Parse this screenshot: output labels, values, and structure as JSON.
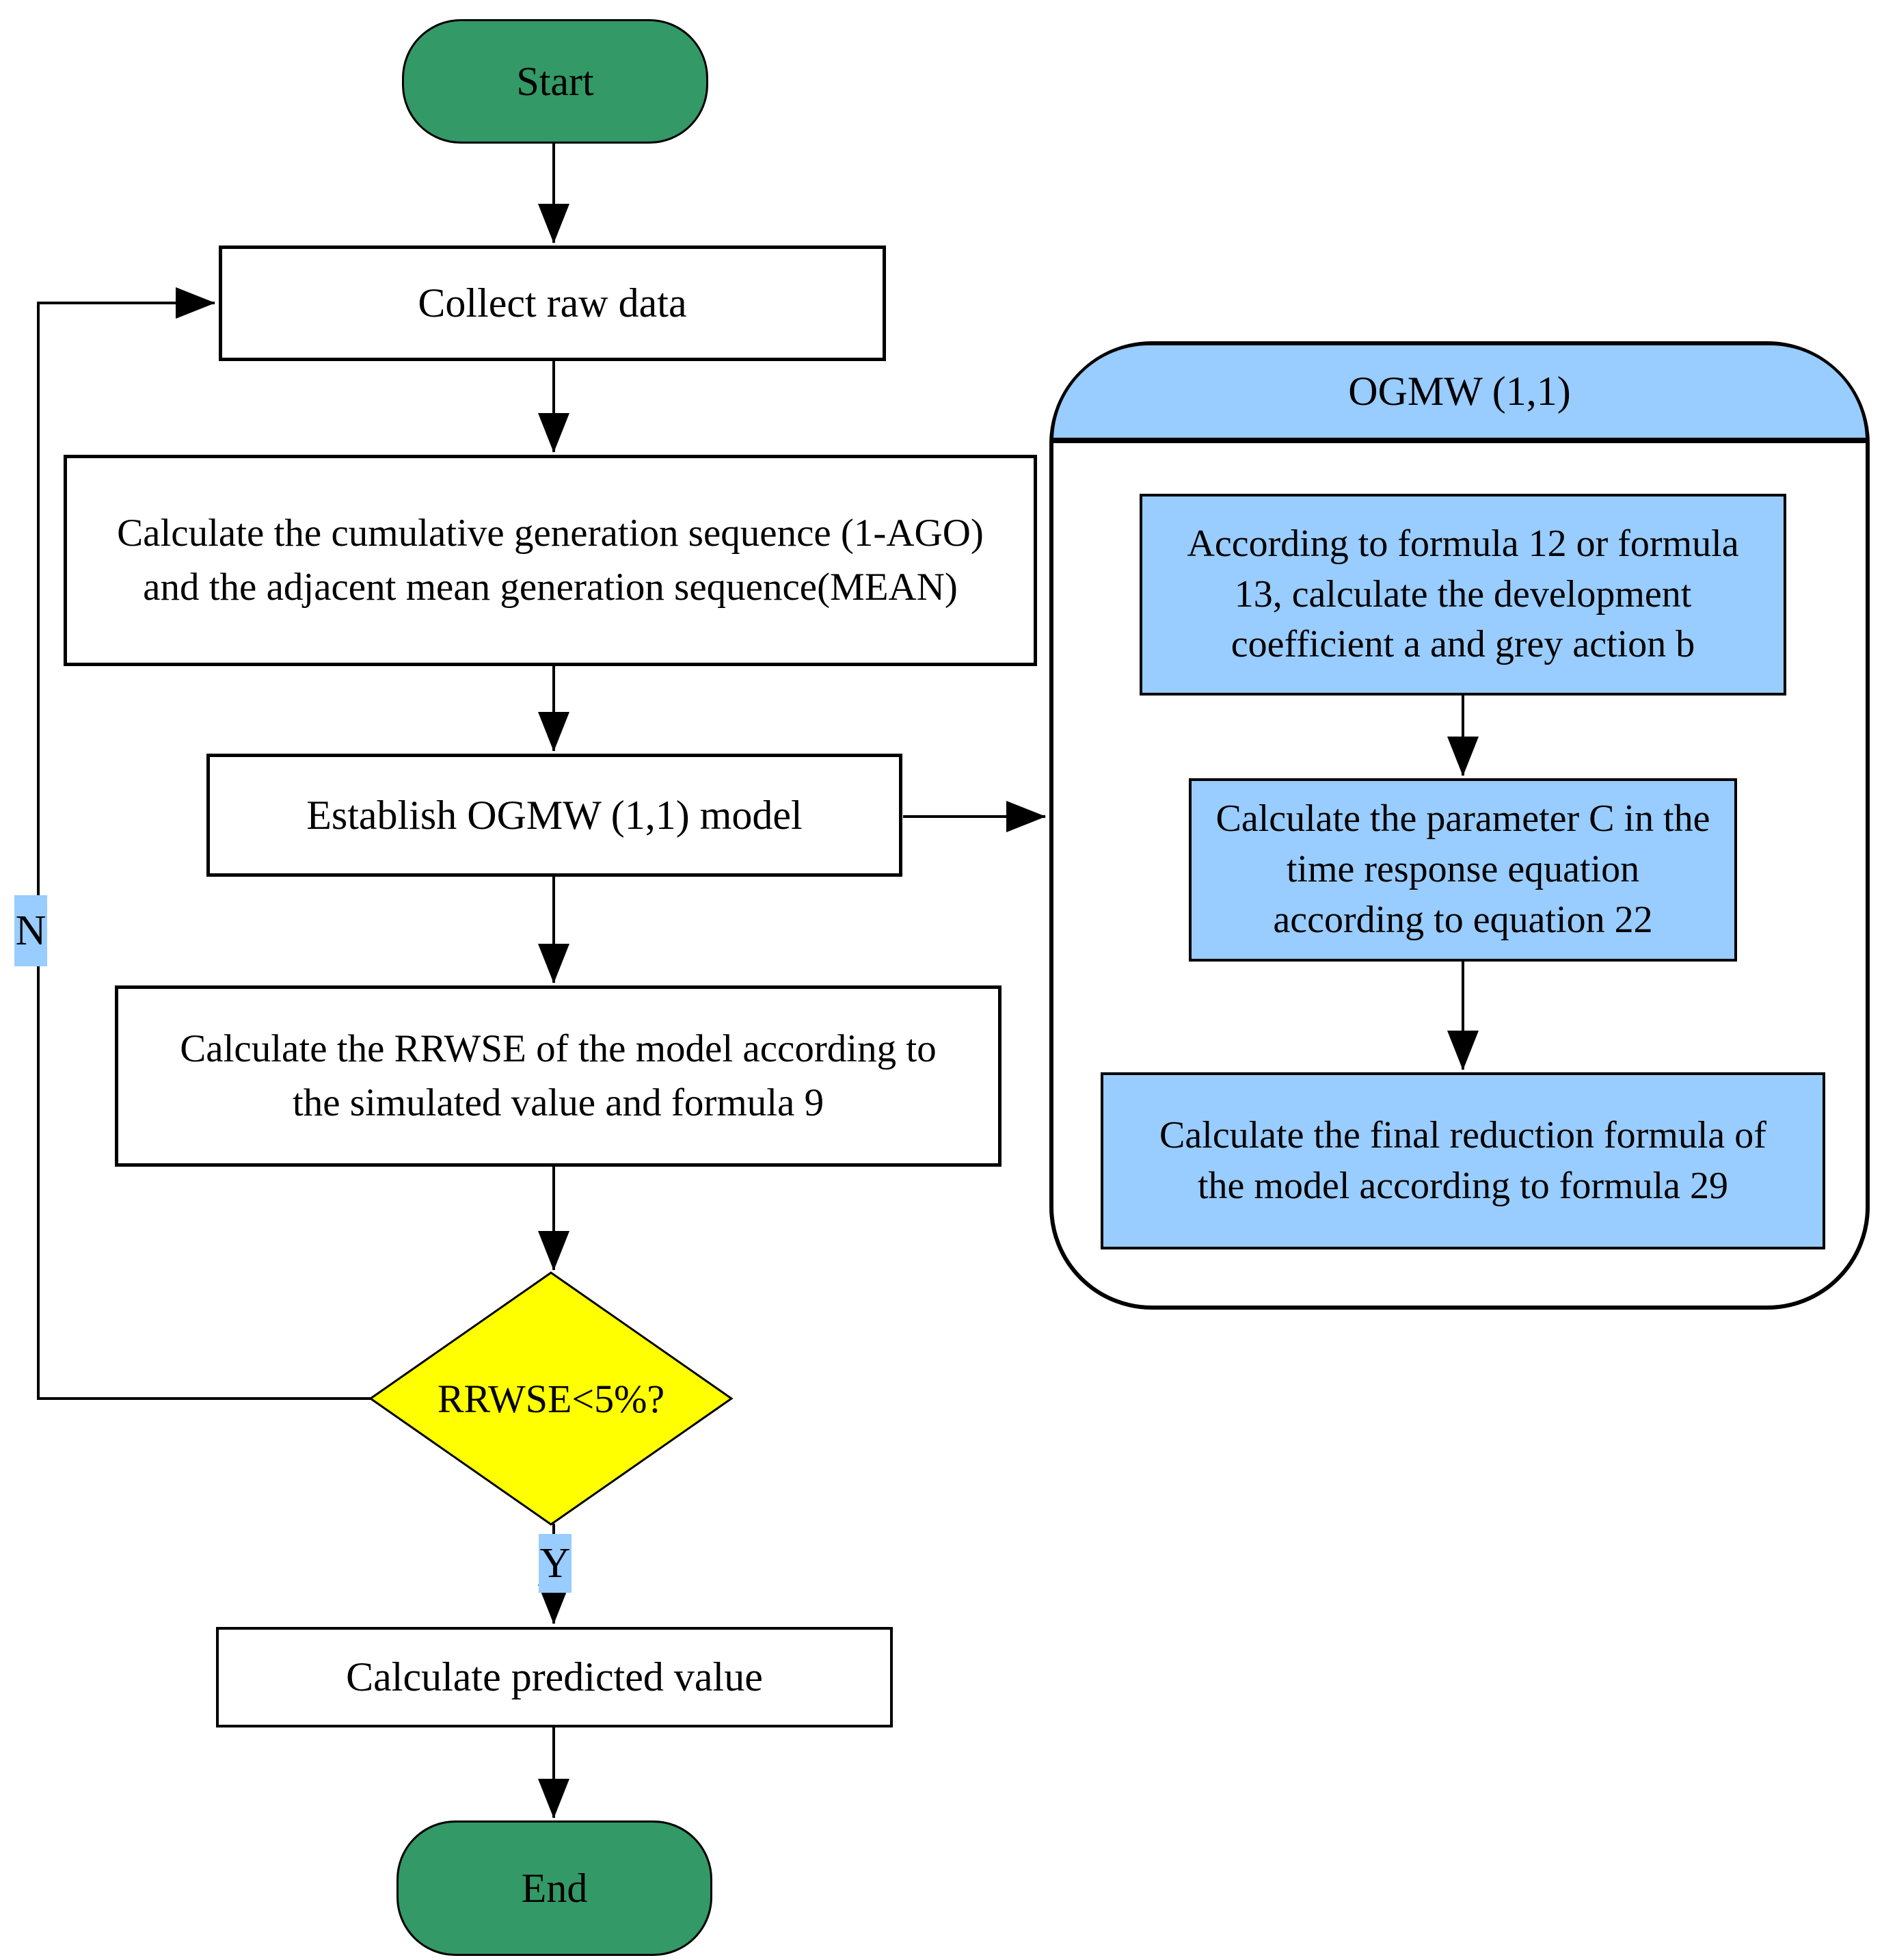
{
  "diagram": {
    "type": "flowchart",
    "panel": {
      "title": "OGMW (1,1)"
    },
    "nodes": {
      "start": {
        "label": "Start"
      },
      "collect_raw_data": {
        "label": "Collect raw data"
      },
      "cumulative_sequence": {
        "lines": [
          "Calculate the cumulative generation sequence (1-AGO)",
          "and the adjacent mean generation sequence(MEAN)"
        ]
      },
      "establish_model": {
        "label": "Establish OGMW (1,1) model"
      },
      "calculate_rrwse": {
        "lines": [
          "Calculate the RRWSE of the model according to",
          "the simulated value and formula 9"
        ]
      },
      "rrwse_decision": {
        "label": "RRWSE<5%?"
      },
      "calculate_predicted": {
        "label": "Calculate predicted value"
      },
      "end": {
        "label": "End"
      },
      "development_coefficient": {
        "lines": [
          "According to formula 12 or formula",
          "13, calculate the development",
          "coefficient a and grey action b"
        ]
      },
      "parameter_c": {
        "lines": [
          "Calculate the parameter C in the",
          "time response equation",
          "according to equation 22"
        ]
      },
      "final_reduction": {
        "lines": [
          "Calculate the final reduction formula of",
          "the model according to formula 29"
        ]
      }
    },
    "edge_labels": {
      "yes": "Y",
      "no": "N"
    },
    "colors": {
      "terminator_fill": "#339966",
      "decision_fill": "#ffff00",
      "panel_header_fill": "#99ccff",
      "subprocess_fill": "#99ccff",
      "label_highlight_fill": "#99ccff",
      "process_fill": "#ffffff",
      "stroke": "#000000"
    }
  }
}
